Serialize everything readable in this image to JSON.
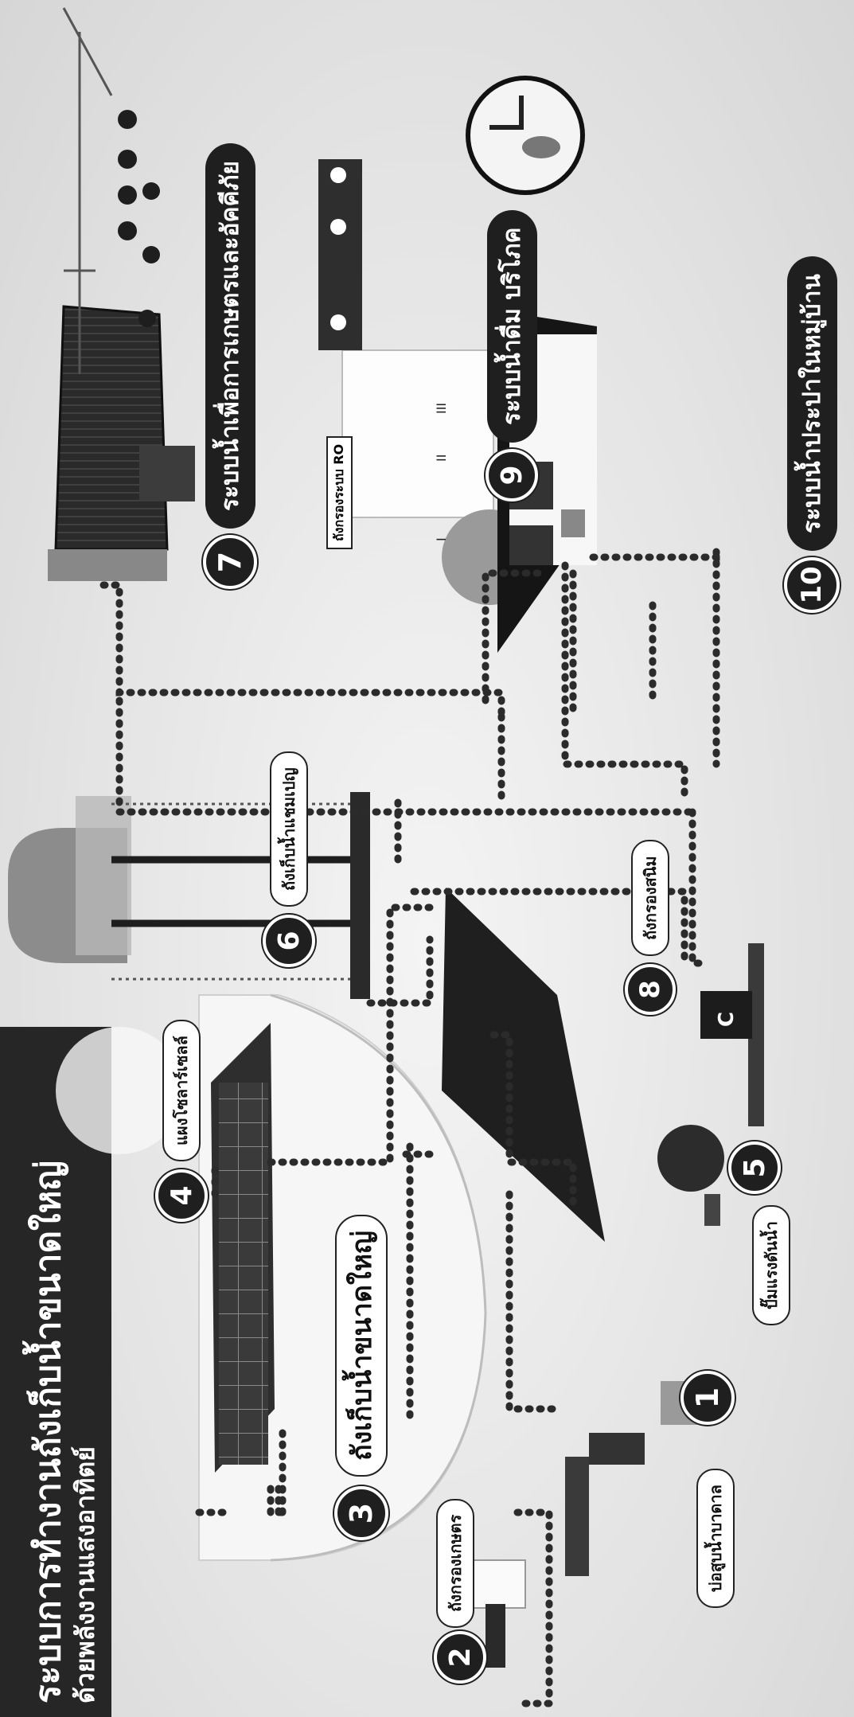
{
  "title": {
    "main": "ระบบการทำงานถังเก็บน้ำขนาดใหญ่",
    "sub": "ด้วยพลังงานแสงอาทิตย์"
  },
  "steps": [
    {
      "num": "1",
      "label": "บ่อสูบน้ำบาดาล"
    },
    {
      "num": "2",
      "label": "ถังกรองเกษตร"
    },
    {
      "num": "3",
      "label": "ถังเก็บน้ำขนาดใหญ่"
    },
    {
      "num": "4",
      "label": "แผงโซลาร์เซลล์"
    },
    {
      "num": "5",
      "label": "ปั๊มแรงดันน้ำ"
    },
    {
      "num": "6",
      "label": "ถังเก็บน้ำแชมเปญ"
    },
    {
      "num": "7",
      "label": "ระบบน้ำเพื่อการเกษตรและอัคคีภัย"
    },
    {
      "num": "8",
      "label": "ถังกรองสนิม"
    },
    {
      "num": "9",
      "label": "ระบบน้ำดื่ม บริโภค"
    },
    {
      "num": "10",
      "label": "ระบบน้ำประปาในหมู่บ้าน"
    }
  ],
  "ro_label": "ถังกรองระบบ RO",
  "roman": [
    "I",
    "II",
    "III"
  ],
  "tank_letter": "C",
  "colors": {
    "dark": "#1f1f1f",
    "pipe": "#2b2b2b",
    "light": "#ffffff"
  }
}
